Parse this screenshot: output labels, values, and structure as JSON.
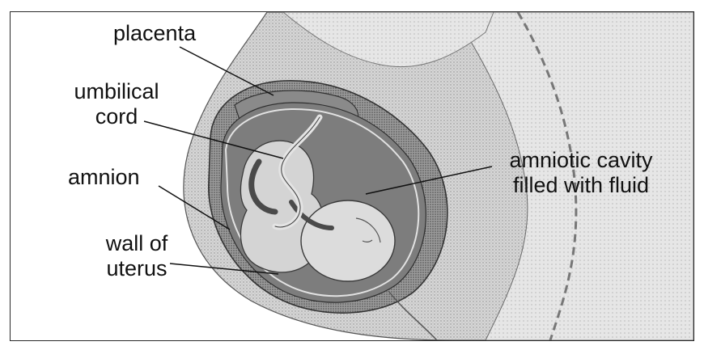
{
  "labels": {
    "placenta": "placenta",
    "umbilical_cord": [
      "umbilical",
      "cord"
    ],
    "amnion": "amnion",
    "wall_of_uterus": [
      "wall of",
      "uterus"
    ],
    "amniotic_cavity": [
      "amniotic cavity",
      "filled with fluid"
    ]
  },
  "colors": {
    "frame": "#2a2a2a",
    "ink": "#111111",
    "body_tissue": "#cfcfcf",
    "uterus_wall": "#b9b9b9",
    "cavity": "#8f8f8f",
    "fetus": "#d8d8d8"
  }
}
